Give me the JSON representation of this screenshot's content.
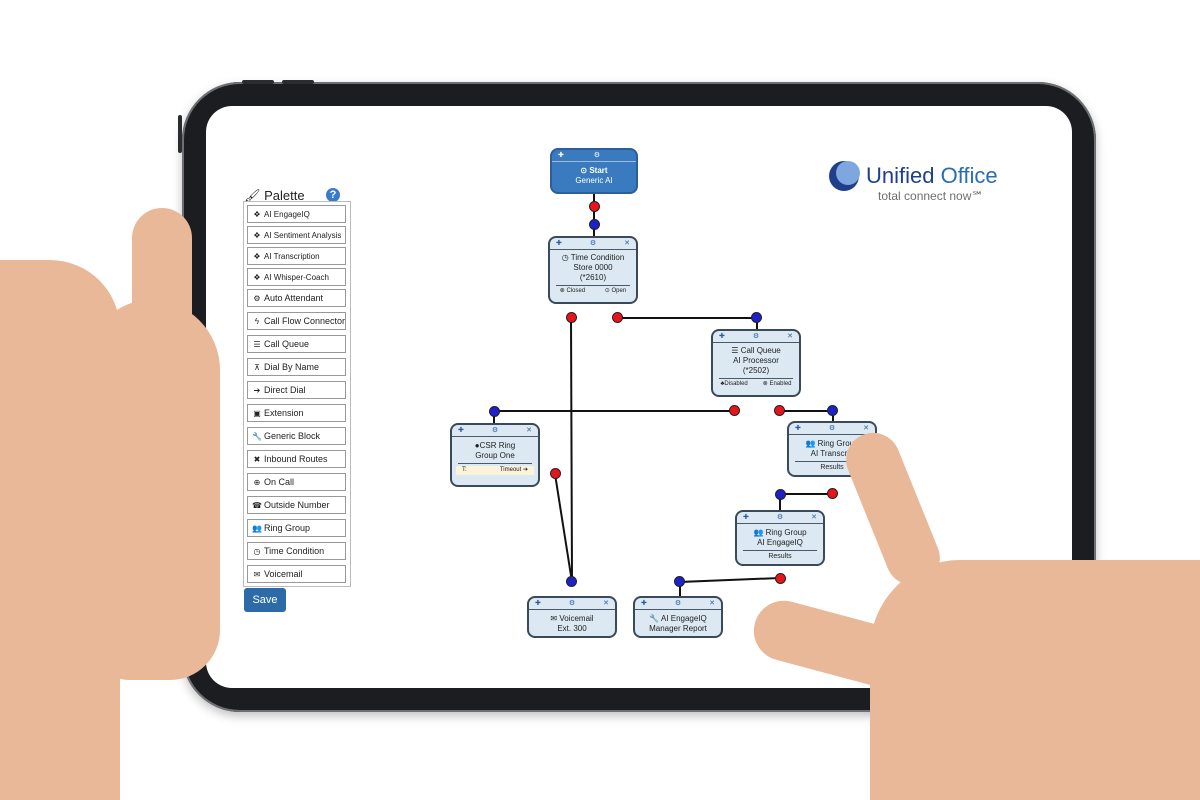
{
  "palette": {
    "title": "Palette",
    "help_icon": "question-icon",
    "items": [
      {
        "icon": "puzzle-icon",
        "label": "AI EngageIQ"
      },
      {
        "icon": "puzzle-icon",
        "label": "AI Sentiment Analysis"
      },
      {
        "icon": "puzzle-icon",
        "label": "AI Transcription"
      },
      {
        "icon": "puzzle-icon",
        "label": "AI Whisper-Coach"
      },
      {
        "icon": "android-icon",
        "label": "Auto Attendant"
      },
      {
        "icon": "bolt-icon",
        "label": "Call Flow Connector"
      },
      {
        "icon": "list-icon",
        "label": "Call Queue"
      },
      {
        "icon": "sitemap-icon",
        "label": "Dial By Name"
      },
      {
        "icon": "arrow-right-icon",
        "label": "Direct Dial"
      },
      {
        "icon": "phone-square-icon",
        "label": "Extension"
      },
      {
        "icon": "wrench-icon",
        "label": "Generic Block"
      },
      {
        "icon": "arrows-icon",
        "label": "Inbound Routes"
      },
      {
        "icon": "lifebuoy-icon",
        "label": "On Call"
      },
      {
        "icon": "phone-icon",
        "label": "Outside Number"
      },
      {
        "icon": "users-icon",
        "label": "Ring Group"
      },
      {
        "icon": "clock-icon",
        "label": "Time Condition"
      },
      {
        "icon": "envelope-icon",
        "label": "Voicemail"
      }
    ],
    "save_label": "Save"
  },
  "logo": {
    "word1": "Unified",
    "word2": "Office",
    "tagline": "total connect now℠"
  },
  "nodes": {
    "start": {
      "line1": "Start",
      "line2": "Generic AI"
    },
    "time_condition": {
      "line1": "Time Condition",
      "line2": "Store 0000",
      "line3": "(*2610)",
      "out1": "Closed",
      "out2": "Open"
    },
    "call_queue": {
      "line1": "Call Queue",
      "line2": "AI Processor",
      "line3": "(*2502)",
      "out1": "Disabled",
      "out2": "Enabled"
    },
    "csr_ring": {
      "line1": "CSR Ring",
      "line2": "Group One",
      "out1": "T:",
      "out2": "Timeout"
    },
    "ring_group_1": {
      "line1": "Ring Group",
      "line2": "AI Transcrip",
      "out1": "Results"
    },
    "ring_group_2": {
      "line1": "Ring Group",
      "line2": "AI EngageIQ",
      "out1": "Results"
    },
    "voicemail": {
      "line1": "Voicemail",
      "line2": "Ext. 300"
    },
    "engageiq": {
      "line1": "AI EngageIQ",
      "line2": "Manager Report"
    }
  },
  "colors": {
    "node_fill": "#dce9f3",
    "start_fill": "#3a7bc0",
    "output_dot": "#e8141b",
    "input_dot": "#1e21c9",
    "save_button": "#2d6aa8"
  }
}
